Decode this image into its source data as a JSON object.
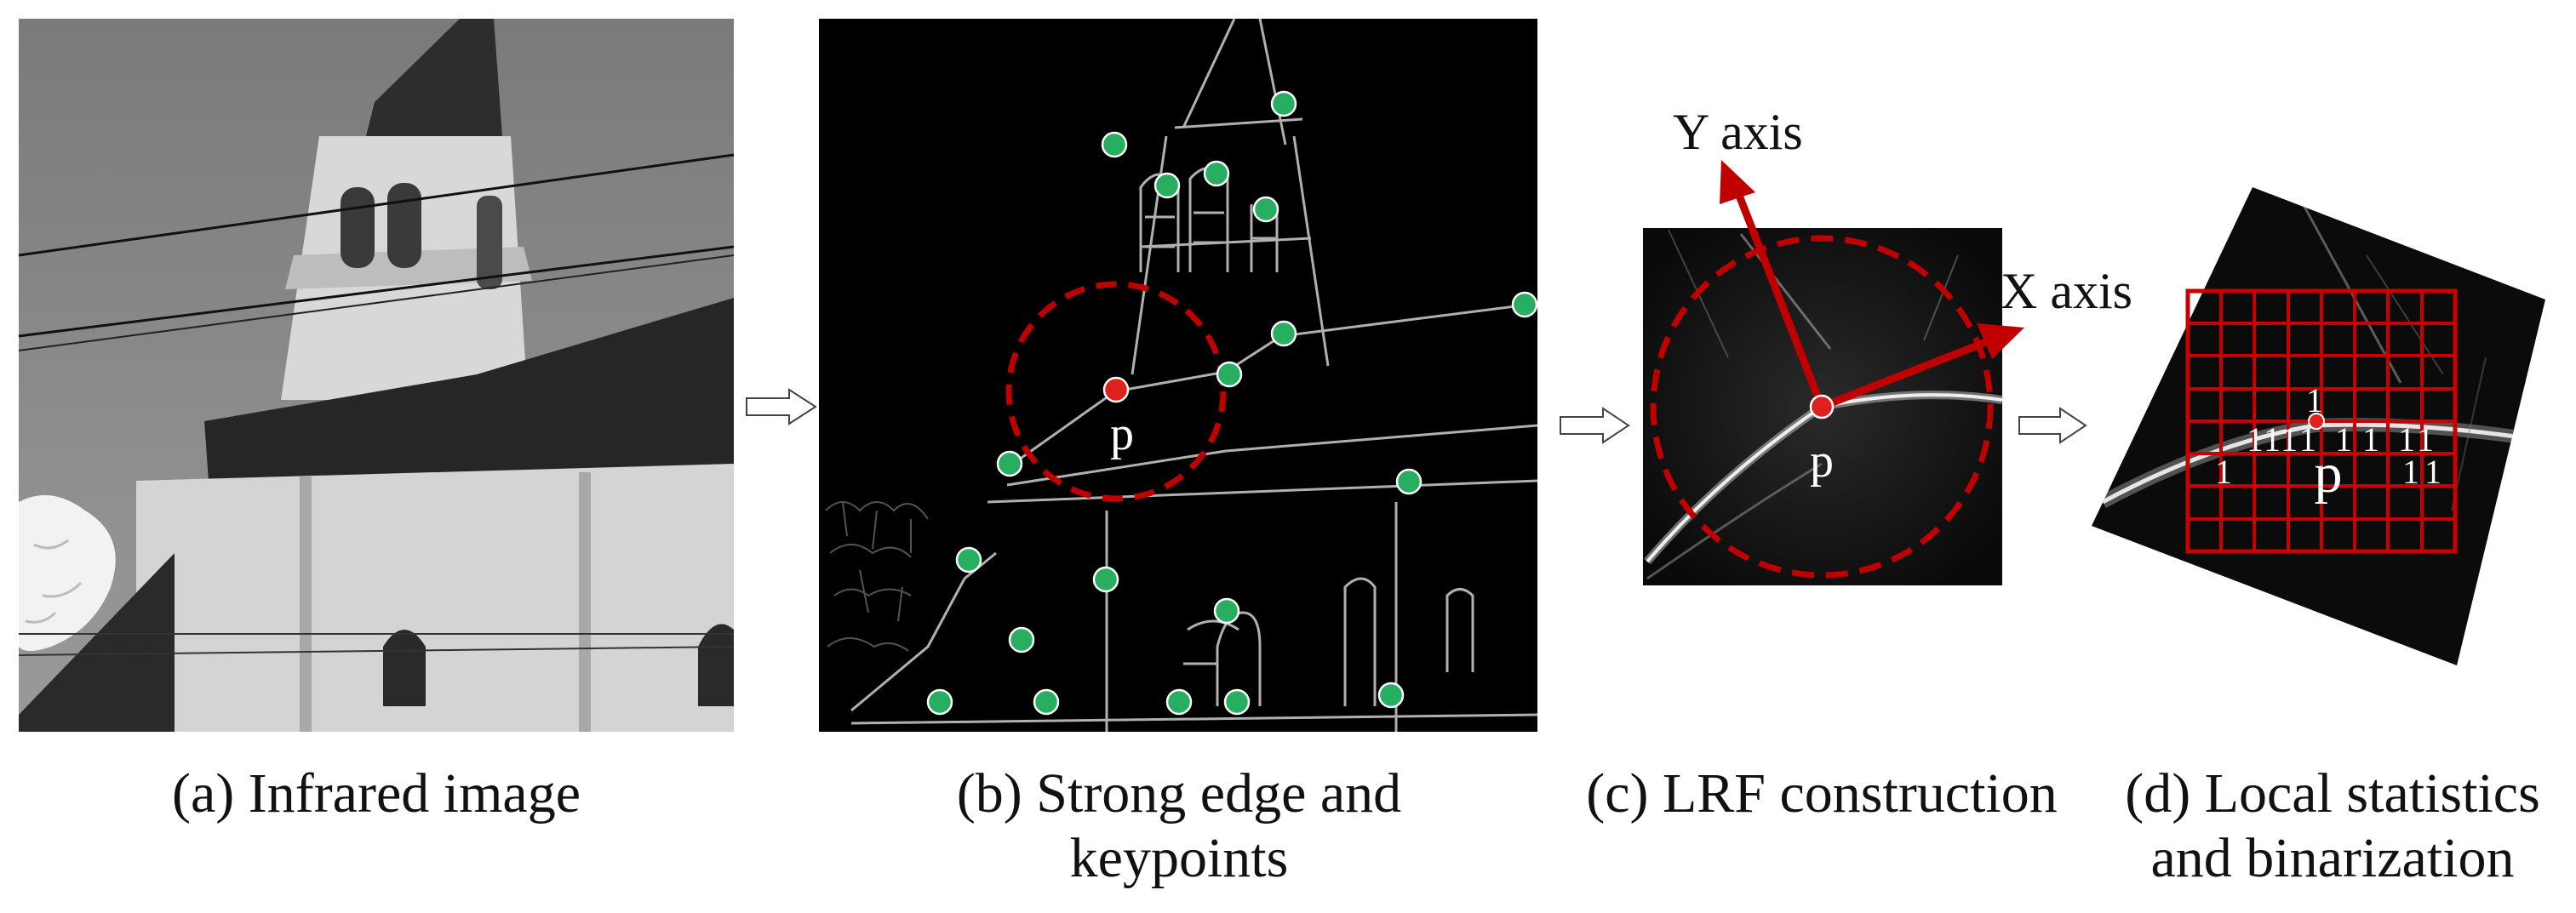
{
  "panels": [
    {
      "id": "a",
      "caption": "(a) Infrared image"
    },
    {
      "id": "b",
      "caption_line1": "(b) Strong edge and",
      "caption_line2": "keypoints"
    },
    {
      "id": "c",
      "caption": "(c) LRF construction"
    },
    {
      "id": "d",
      "caption_line1": "(d) Local statistics",
      "caption_line2": "and binarization"
    }
  ],
  "labels": {
    "keypoint": "p",
    "y_axis": "Y axis",
    "x_axis": "X axis",
    "bit": "1"
  },
  "colors": {
    "keypoint_green": "#27ae60",
    "keypoint_red": "#e0201c",
    "accent_red": "#c00000",
    "edge_white": "#d0d0d0"
  }
}
